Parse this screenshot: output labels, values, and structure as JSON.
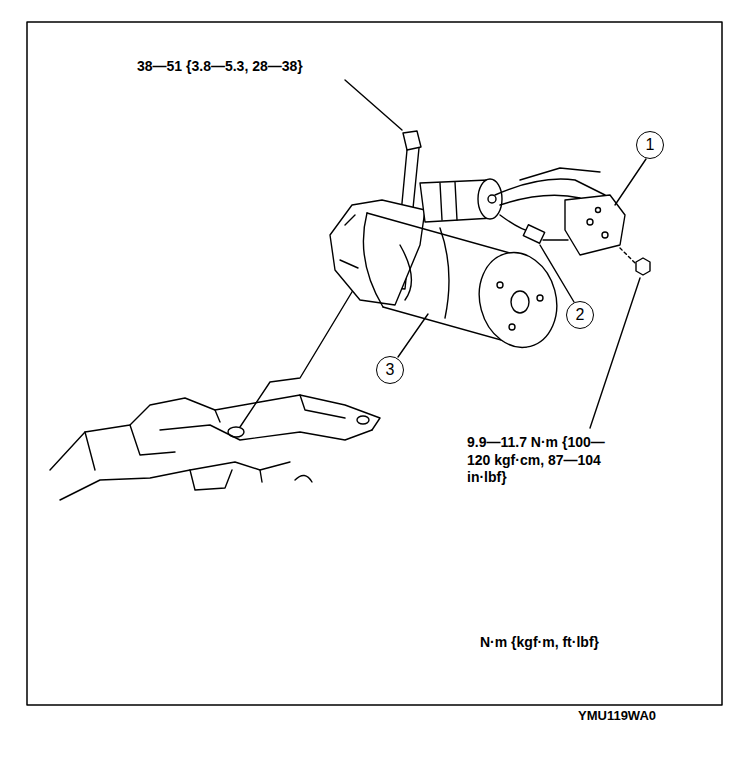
{
  "diagram": {
    "nodes": [
      {
        "text": [
          "1"
        ]
      },
      {
        "text": [
          "2"
        ]
      },
      {
        "text": [
          "3"
        ]
      }
    ],
    "labels": [
      "38—51 {3.8—5.3, 28—38}",
      "9.9—11.7 N·m {100—120 kgf·cm, 87—104 in·lbf}",
      "N·m {kgf·m, ft·lbf}",
      "YMU119WA0"
    ]
  }
}
